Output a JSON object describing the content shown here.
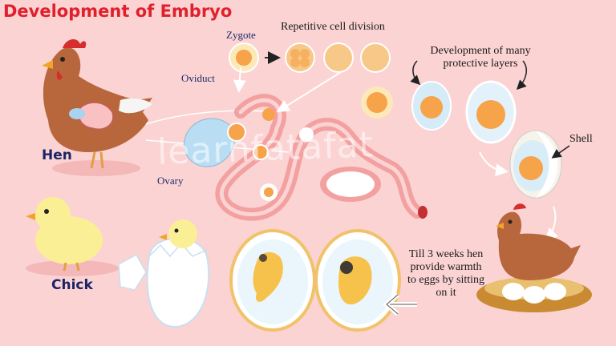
{
  "title": "Development of Embryo",
  "labels": {
    "zygote": "Zygote",
    "cell_division": "Repetitive cell division",
    "oviduct": "Oviduct",
    "ovary": "Ovary",
    "hen": "Hen",
    "chick": "Chick",
    "layers_line1": "Development of many",
    "layers_line2": "protective layers",
    "shell": "Shell",
    "warmth_line1": "Till 3 weeks hen",
    "warmth_line2": "provide warmth",
    "warmth_line3": "to eggs by sitting",
    "warmth_line4": "on it"
  },
  "watermark": "learnfatafat",
  "colors": {
    "background": "#fbd3d3",
    "title": "#e0202c",
    "label_navy": "#1d2a6a",
    "yolk": "#f6a34a",
    "oviduct": "#f3a0a0"
  }
}
